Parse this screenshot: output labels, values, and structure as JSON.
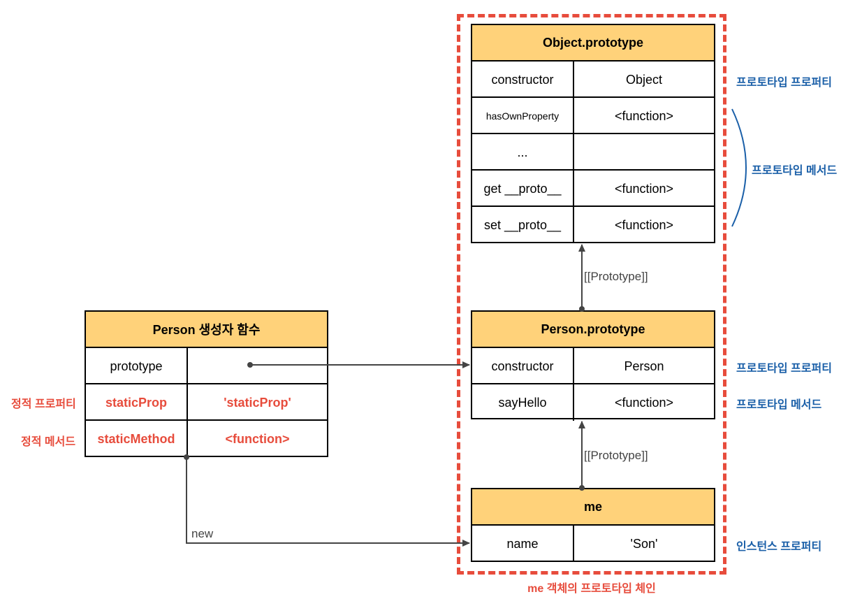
{
  "chain_caption": "me 객체의 프로토타입 체인",
  "object_prototype": {
    "title": "Object.prototype",
    "rows": [
      {
        "key": "constructor",
        "value": "Object"
      },
      {
        "key": "hasOwnProperty",
        "value": "<function>"
      },
      {
        "key": "...",
        "value": ""
      },
      {
        "key": "get __proto__",
        "value": "<function>"
      },
      {
        "key": "set __proto__",
        "value": "<function>"
      }
    ],
    "label_property": "프로토타입 프로퍼티",
    "label_method": "프로토타입 메서드"
  },
  "person_prototype": {
    "title": "Person.prototype",
    "rows": [
      {
        "key": "constructor",
        "value": "Person"
      },
      {
        "key": "sayHello",
        "value": "<function>"
      }
    ],
    "label_property": "프로토타입 프로퍼티",
    "label_method": "프로토타입 메서드"
  },
  "me": {
    "title": "me",
    "rows": [
      {
        "key": "name",
        "value": "'Son'"
      }
    ],
    "label_property": "인스턴스 프로퍼티"
  },
  "person_constructor": {
    "title": "Person 생성자 함수",
    "rows": [
      {
        "key": "prototype",
        "value": ""
      },
      {
        "key": "staticProp",
        "value": "'staticProp'"
      },
      {
        "key": "staticMethod",
        "value": "<function>"
      }
    ],
    "label_static_property": "정적 프로퍼티",
    "label_static_method": "정적 메서드"
  },
  "links": {
    "prototype_link_1": "[[Prototype]]",
    "prototype_link_2": "[[Prototype]]",
    "new_link": "new"
  },
  "colors": {
    "header": "#ffd27a",
    "accent_red": "#e74c3c",
    "accent_blue": "#1a5fa8"
  }
}
